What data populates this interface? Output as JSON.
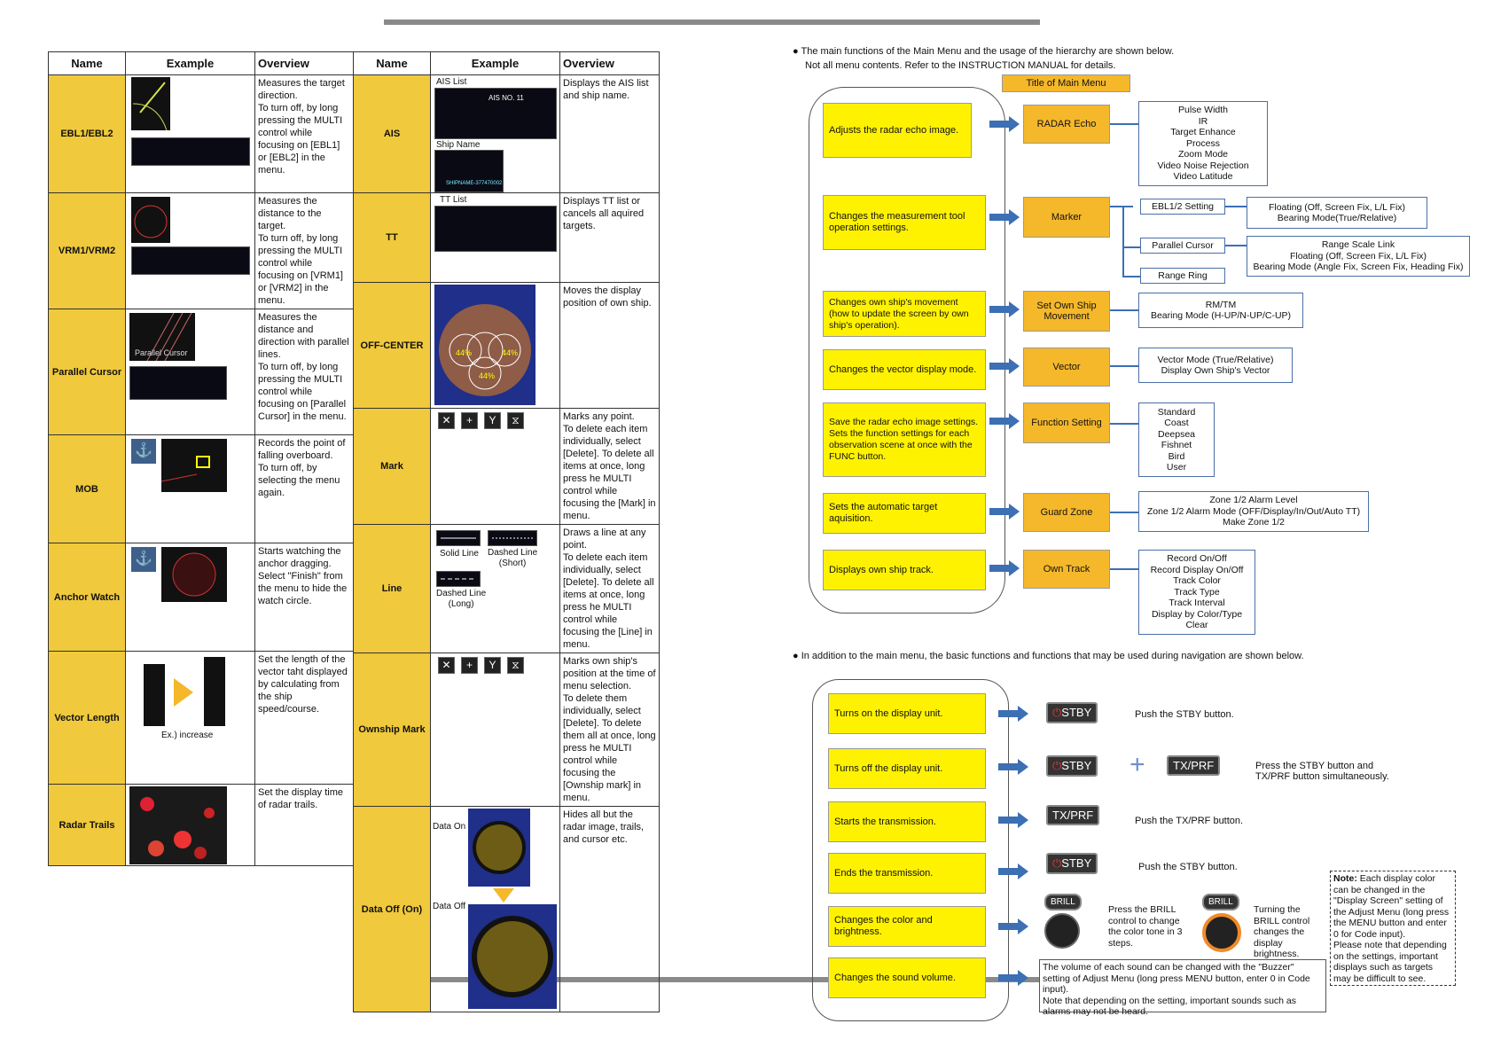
{
  "left_table": {
    "headers": {
      "name": "Name",
      "example": "Example",
      "overview": "Overview"
    },
    "left_rows": [
      {
        "name": "EBL1/EBL2",
        "overview": "Measures the target direction.\nTo turn off, by long pressing the MULTI control while focusing on [EBL1] or [EBL2] in the menu."
      },
      {
        "name": "VRM1/VRM2",
        "overview": "Measures the distance to the target.\nTo turn off, by long pressing the MULTI control while focusing on [VRM1] or [VRM2] in the menu."
      },
      {
        "name": "Parallel Cursor",
        "overview": "Measures the distance and direction with parallel lines.\nTo turn off, by long pressing the MULTI control while focusing on [Parallel Cursor] in the menu."
      },
      {
        "name": "MOB",
        "overview": "Records the point of falling overboard.\nTo turn off, by selecting the menu again."
      },
      {
        "name": "Anchor Watch",
        "overview": "Starts watching the anchor dragging.\nSelect \"Finish\" from the menu to hide the watch circle."
      },
      {
        "name": "Vector Length",
        "overview": "Set the length of the vector taht displayed by calculating from the ship speed/course."
      },
      {
        "name": "Radar Trails",
        "overview": "Set the display time of radar trails."
      }
    ],
    "right_rows": [
      {
        "name": "AIS",
        "overview": "Displays the AIS list and ship name."
      },
      {
        "name": "TT",
        "overview": "Displays TT list or cancels all aquired targets."
      },
      {
        "name": "OFF-CENTER",
        "overview": "Moves the display position of own ship."
      },
      {
        "name": "Mark",
        "overview": "Marks any point.\nTo delete each item individually, select [Delete]. To delete all items at once, long press he MULTI control while focusing the [Mark] in menu."
      },
      {
        "name": "Line",
        "overview": "Draws a line at any point.\nTo delete each item individually, select [Delete]. To delete all items at once, long press he MULTI control while focusing the [Line] in menu."
      },
      {
        "name": "Ownship Mark",
        "overview": "Marks own ship's position at the time of menu selection.\nTo delete them individually, select [Delete]. To delete them all at once, long press he MULTI control while focusing the [Ownship mark] in menu."
      },
      {
        "name": "Data Off (On)",
        "overview": "Hides all but the radar image, trails, and cursor etc."
      }
    ],
    "example_labels": {
      "ais_list": "AIS List",
      "ship_name": "Ship Name",
      "ais_no": "AIS NO. 11",
      "shipname_label": "SHIPNAME-377470002",
      "tt_list": "TT List",
      "parallel_cursor": "Parallel Cursor",
      "solid_line": "Solid Line",
      "dashed_short": "Dashed Line\n(Short)",
      "dashed_long": "Dashed Line\n(Long)",
      "increase": "Ex.) increase",
      "data_on": "Data On",
      "data_off": "Data Off",
      "offcenter_pct": "44%"
    }
  },
  "main_menu": {
    "intro_line1": "● The main functions of the Main Menu and the usage of the hierarchy are shown below.",
    "intro_line2": "Not all menu contents. Refer to the INSTRUCTION  MANUAL for details.",
    "title_label": "Title of Main Menu",
    "rows": [
      {
        "desc": "Adjusts the radar echo image.",
        "title": "RADAR Echo",
        "items": [
          "Pulse Width",
          "IR",
          "Target Enhance",
          "Process",
          "Zoom Mode",
          "Video Noise Rejection",
          "Video Latitude"
        ]
      },
      {
        "desc": "Changes the measurement tool operation settings.",
        "title": "Marker",
        "items": []
      },
      {
        "desc": "Changes own ship's movement (how to update the screen by own ship's operation).",
        "title": "Set Own Ship Movement",
        "items": [
          "RM/TM",
          "Bearing Mode  (H-UP/N-UP/C-UP)"
        ]
      },
      {
        "desc": "Changes the vector display mode.",
        "title": "Vector",
        "items": [
          "Vector Mode (True/Relative)",
          "Display Own Ship's Vector"
        ]
      },
      {
        "desc": "Save the radar echo image settings. Sets the function settings for each observation scene at once with the FUNC button.",
        "title": "Function Setting",
        "items": [
          "Standard",
          "Coast",
          "Deepsea",
          "Fishnet",
          "Bird",
          "User"
        ]
      },
      {
        "desc": "Sets the automatic target aquisition.",
        "title": "Guard Zone",
        "items": [
          "Zone  1/2 Alarm Level",
          "Zone  1/2 Alarm Mode (OFF/Display/In/Out/Auto  TT)",
          "Make Zone 1/2"
        ]
      },
      {
        "desc": "Displays own ship track.",
        "title": "Own Track",
        "items": [
          "Record On/Off",
          "Record Display On/Off",
          "Track Color",
          "Track Type",
          "Track Interval",
          "Display by Color/Type",
          "Clear"
        ]
      }
    ],
    "marker_sub": {
      "ebl": "EBL1/2 Setting",
      "ebl_detail": [
        "Floating (Off, Screen Fix, L/L Fix)",
        "Bearing Mode(True/Relative)"
      ],
      "parallel": "Parallel Cursor",
      "parallel_detail": [
        "Range Scale Link",
        "Floating (Off, Screen Fix, L/L Fix)",
        "Bearing Mode (Angle Fix, Screen Fix, Heading Fix)"
      ],
      "range_ring": "Range Ring"
    }
  },
  "basic": {
    "intro": "● In addition to the main menu, the basic functions and functions that may be used during navigation are shown below.",
    "rows": [
      {
        "desc": "Turns on the display unit.",
        "text": "Push the STBY button."
      },
      {
        "desc": "Turns off the display unit.",
        "text": "Press the STBY button and TX/PRF button simultaneously."
      },
      {
        "desc": "Starts the transmission.",
        "text": "Push the TX/PRF button."
      },
      {
        "desc": "Ends the transmission.",
        "text": "Push the STBY button."
      },
      {
        "desc": "Changes the color and brightness.",
        "text": ""
      },
      {
        "desc": "Changes the sound volume.",
        "text": ""
      }
    ],
    "stby": "STBY",
    "txprf": "TX/PRF",
    "brill": "BRILL",
    "brill_text1": "Press the BRILL control to change the color tone in 3 steps.",
    "brill_text2": "Turning the BRILL control changes the display brightness.",
    "volume_note": "The volume of each sound can be changed with the \"Buzzer\" setting of Adjust Menu (long press MENU button, enter 0 in Code input).\nNote that depending on the setting, important sounds such as alarms may not be heard.",
    "note_label": "Note:",
    "note_text": " Each display color can be changed in the \"Display Screen\" setting of the Adjust Menu (long press the MENU button and enter 0 for Code input).\nPlease note that depending on the settings, important displays such as targets may be difficult to see."
  },
  "colors": {
    "name_cell": "#f0c93c",
    "desc_box": "#fff200",
    "title_box": "#f5b82a",
    "arrow": "#3c6fb4"
  }
}
